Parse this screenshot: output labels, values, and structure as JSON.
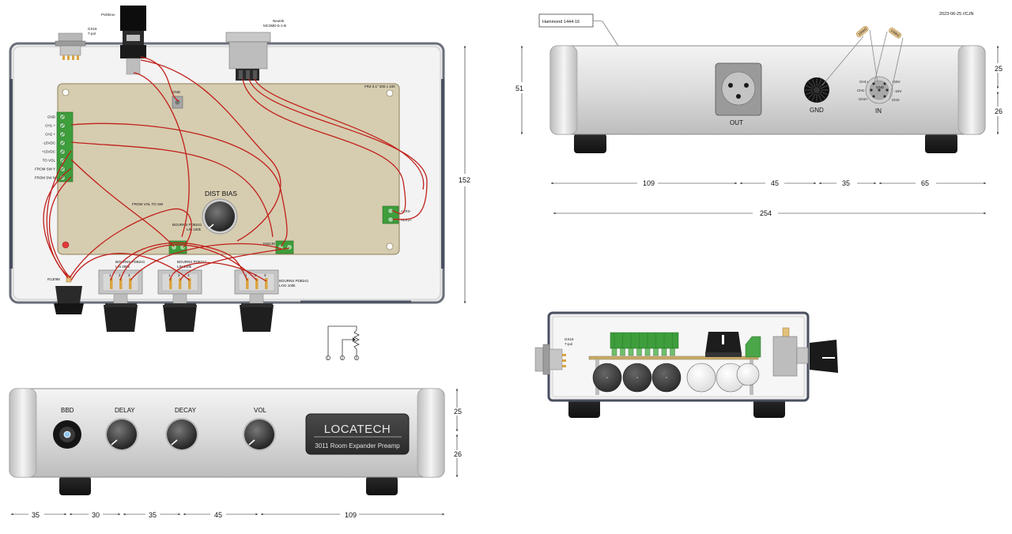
{
  "header": {
    "date": "2023-06-25 //CJN"
  },
  "enclosure": {
    "model": "Hammond 1444-16"
  },
  "top_view": {
    "board_label": "FR2 0.1\" 200 x 100",
    "gnd_pin": "GND",
    "pot_dist_bias": "DIST BIAS",
    "left_terminals": [
      "GND",
      "CH1 +",
      "CH2 +",
      "-15VDC",
      "+15VDC",
      "TO VOL",
      "FROM SW Y",
      "FROM SW N"
    ],
    "right_terminals": [
      "ALR3-",
      "ALR2+"
    ],
    "from_vol_to_sw": "FROM VOL TO SW",
    "small_pot_line1": "BOURNS PDB241",
    "small_pot_line2": "LIN 100k",
    "diode_label": "1N4148",
    "pot1_line1": "BOURNS PDB241",
    "pot1_line2": "LIN 250k",
    "pot2_line1": "BOURNS PDB241",
    "pot2_line2": "LIN 100k",
    "pot3_line1": "BOURNS PDB241",
    "pot3_line2": "LOG 100k",
    "pot_pins": [
      "1",
      "2",
      "3"
    ],
    "switch_label": "R13068",
    "polskruv": "Polskruv",
    "gx16_line1": "GX16",
    "gx16_line2": "7-pol",
    "neutrik_line1": "Neutrik",
    "neutrik_line2": "MC3MD-5-1-B",
    "dim_height": "152"
  },
  "schematic": {
    "pins": [
      "1",
      "2",
      "3"
    ]
  },
  "rear_view": {
    "out_label": "OUT",
    "gnd_label": "GND",
    "in_label": "IN",
    "in_pins": [
      "CH1+",
      "+15V",
      "CH1-",
      "GND",
      "-15V",
      "CH2+",
      "CH2-"
    ],
    "resistor_label": "100kΩ",
    "dims_h": [
      "109",
      "45",
      "35",
      "65"
    ],
    "dim_total": "254",
    "dim_left": "51",
    "dims_right": [
      "25",
      "26"
    ]
  },
  "front_view": {
    "labels": [
      "BBD",
      "DELAY",
      "DECAY",
      "VOL"
    ],
    "brand": "LOCATECH",
    "product": "3011 Room Expander Preamp",
    "dims_h": [
      "35",
      "30",
      "35",
      "45",
      "109"
    ],
    "dims_right": [
      "25",
      "26"
    ]
  },
  "side_view": {
    "gx16_line1": "GX16",
    "gx16_line2": "7-pol"
  }
}
